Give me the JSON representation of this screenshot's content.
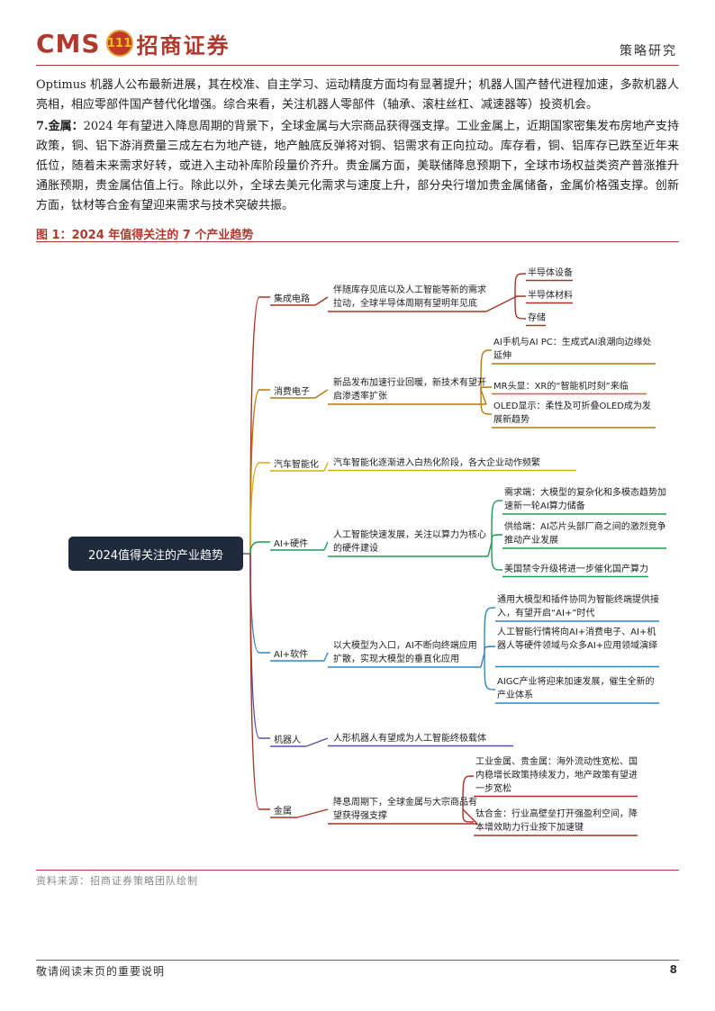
{
  "header": {
    "logo_latin": "CMS",
    "logo_seal": "111",
    "logo_chinese": "招商证券",
    "section": "策略研究"
  },
  "body": {
    "para1": "Optimus 机器人公布最新进展，其在校准、自主学习、运动精度方面均有显著提升；机器人国产替代进程加速，多款机器人亮相，相应零部件国产替代化增强。综合来看，关注机器人零部件（轴承、滚柱丝杠、减速器等）投资机会。",
    "para2_lead": "7.金属：",
    "para2": "2024 年有望进入降息周期的背景下，全球金属与大宗商品获得强支撑。工业金属上，近期国家密集发布房地产支持政策，铜、铝下游消费量三成左右为地产链，地产触底反弹将对铜、铝需求有正向拉动。库存看，铜、铝库存已跌至近年来低位，随着未来需求好转，或进入主动补库阶段量价齐升。贵金属方面，美联储降息预期下，全球市场权益类资产普涨推升通胀预期，贵金属估值上行。除此以外，全球去美元化需求与速度上升，部分央行增加贵金属储备，金属价格强支撑。创新方面，钛材等合金有望迎来需求与技术突破共振。"
  },
  "figure": {
    "title": "图 1：2024 年值得关注的 7 个产业趋势",
    "root": "2024值得关注的产业趋势",
    "branches": [
      {
        "name": "集成电路",
        "color": "#a93226",
        "desc": "伴随库存见底以及人工智能等新的需求拉动，全球半导体周期有望明年见底",
        "leaves": [
          "半导体设备",
          "半导体材料",
          "存储"
        ]
      },
      {
        "name": "消费电子",
        "color": "#b9770e",
        "desc": "新品发布加速行业回暖，新技术有望开启渗透率扩张",
        "leaves": [
          "AI手机与AI PC：生成式AI浪潮向边缘处延伸",
          "MR头显：XR的“智能机时刻”来临",
          "OLED显示：柔性及可折叠OLED成为发展新趋势"
        ]
      },
      {
        "name": "汽车智能化",
        "color": "#d4ac0d",
        "desc": "汽车智能化逐渐进入白热化阶段，各大企业动作频繁",
        "leaves": []
      },
      {
        "name": "AI+硬件",
        "color": "#229954",
        "desc": "人工智能快速发展，关注以算力为核心的硬件建设",
        "leaves": [
          "需求端：大模型的复杂化和多模态趋势加速新一轮AI算力储备",
          "供给端：AI芯片头部厂商之间的激烈竞争推动产业发展",
          "美国禁令升级将进一步催化国产算力"
        ]
      },
      {
        "name": "AI+软件",
        "color": "#2e86c1",
        "desc": "以大模型为入口，AI不断向终端应用扩散，实现大模型的垂直化应用",
        "leaves": [
          "通用大模型和插件协同为智能终端提供接入，有望开启“AI+”时代",
          "人工智能行情将向AI+消费电子、AI+机器人等硬件领域与众多AI+应用领域演绎",
          "AIGC产业将迎来加速发展，催生全新的产业体系"
        ]
      },
      {
        "name": "机器人",
        "color": "#5b4fa8",
        "desc": "人形机器人有望成为人工智能终极载体",
        "leaves": []
      },
      {
        "name": "金属",
        "color": "#a93226",
        "desc": "降息周期下，全球金属与大宗商品有望获得强支撑",
        "leaves": [
          "工业金属、贵金属：海外流动性宽松、国内稳增长政策持续发力，地产政策有望进一步宽松",
          "钛合金：行业高壁垒打开强盈利空间，降本增效助力行业按下加速键"
        ]
      }
    ],
    "source": "资料来源：招商证券策略团队绘制"
  },
  "footer": {
    "notice": "敬请阅读末页的重要说明",
    "page": "8"
  }
}
